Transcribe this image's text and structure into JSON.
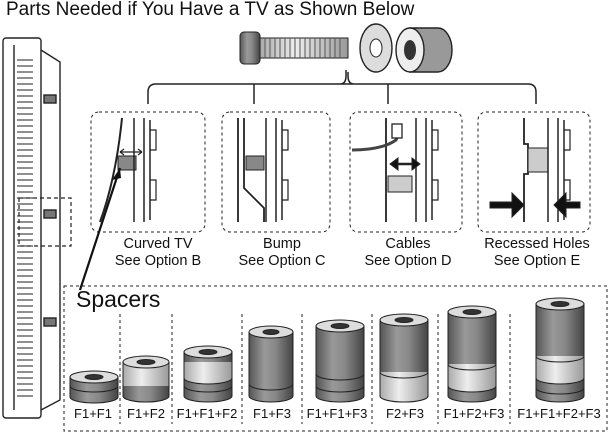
{
  "title": "Parts Needed if You Have a TV as Shown Below",
  "options": [
    {
      "line1": "Curved TV",
      "line2": "See Option B"
    },
    {
      "line1": "Bump",
      "line2": "See Option C"
    },
    {
      "line1": "Cables",
      "line2": "See Option D"
    },
    {
      "line1": "Recessed Holes",
      "line2": "See Option E"
    }
  ],
  "spacers_title": "Spacers",
  "spacers": [
    "F1+F1",
    "F1+F2",
    "F1+F1+F2",
    "F1+F3",
    "F1+F1+F3",
    "F2+F3",
    "F1+F2+F3",
    "F1+F1+F2+F3"
  ]
}
